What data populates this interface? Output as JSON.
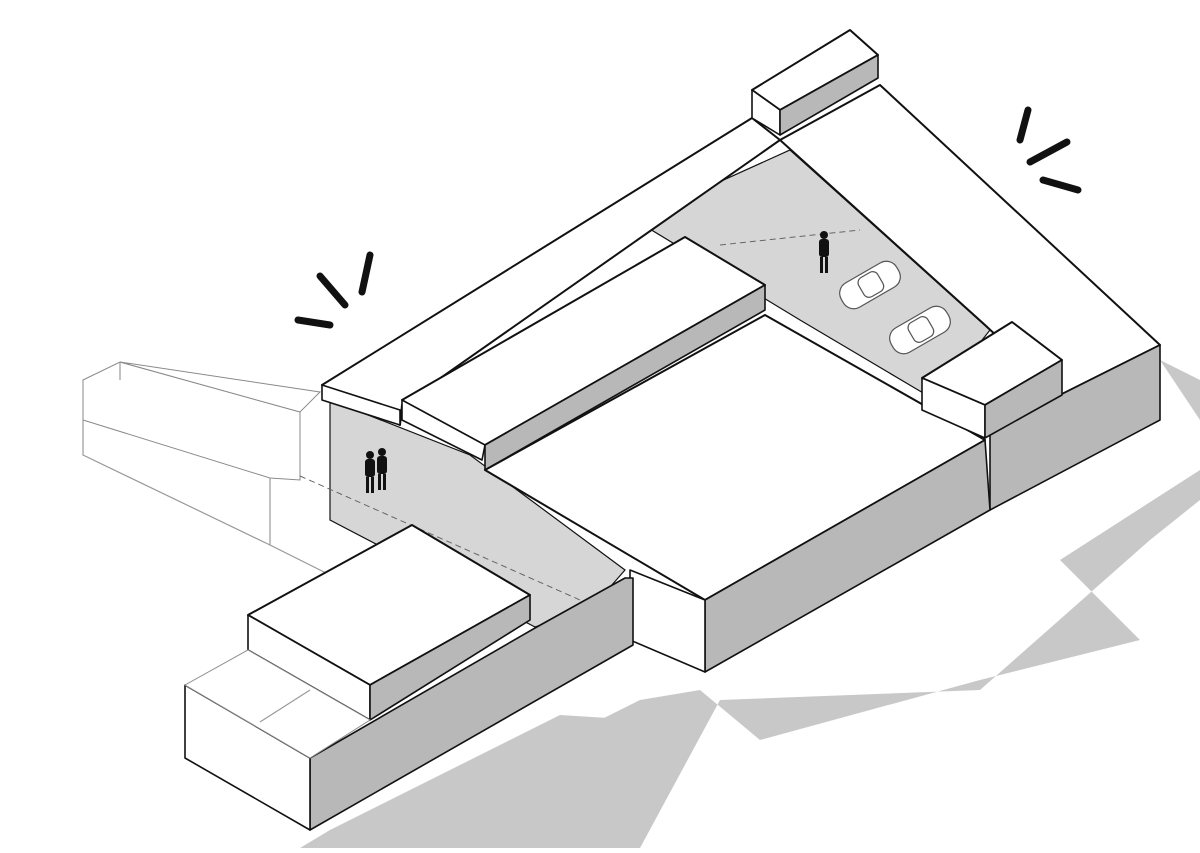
{
  "diagram": {
    "kind": "isometric architectural axonometric",
    "colors": {
      "background": "#ffffff",
      "shadow": "#c8c8c8",
      "shaded_wall": "#b8b8b8",
      "courtyard_floor": "#d6d6d6",
      "line": "#111111",
      "ghost_line": "#8a8a8a"
    },
    "elements": {
      "people_count": 3,
      "cars_count": 2,
      "burst_marks": 2
    }
  }
}
